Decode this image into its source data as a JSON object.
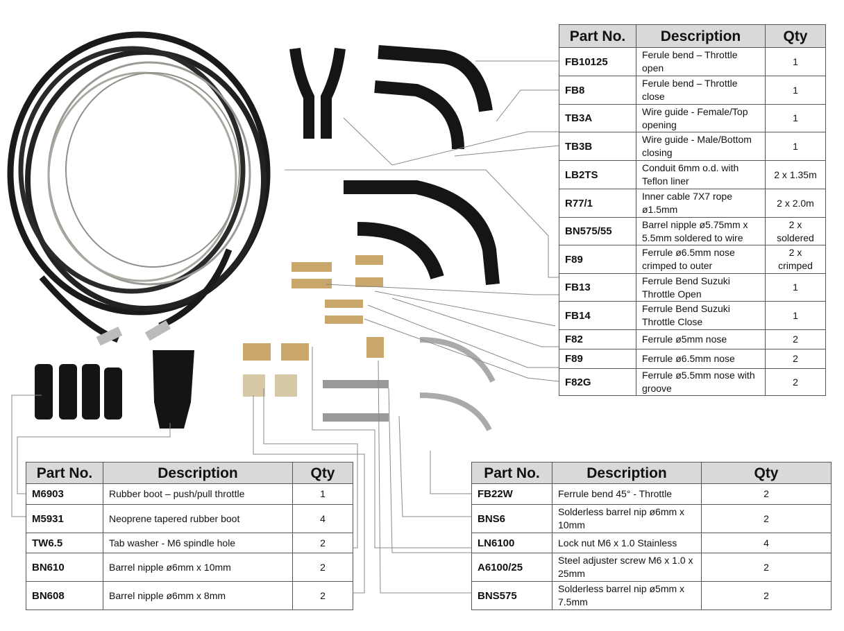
{
  "headers": {
    "part_no": "Part No.",
    "description": "Description",
    "qty": "Qty"
  },
  "table_top_right": [
    {
      "part": "FB10125",
      "desc": "Ferule bend – Throttle open",
      "qty": "1"
    },
    {
      "part": "FB8",
      "desc": "Ferule bend – Throttle close",
      "qty": "1"
    },
    {
      "part": "TB3A",
      "desc": "Wire guide - Female/Top opening",
      "qty": "1"
    },
    {
      "part": "TB3B",
      "desc": "Wire guide - Male/Bottom closing",
      "qty": "1"
    },
    {
      "part": "LB2TS",
      "desc": "Conduit 6mm o.d. with Teflon liner",
      "qty": "2 x 1.35m"
    },
    {
      "part": "R77/1",
      "desc": "Inner cable 7X7 rope ø1.5mm",
      "qty": "2 x 2.0m"
    },
    {
      "part": "BN575/55",
      "desc": "Barrel nipple ø5.75mm x 5.5mm soldered to wire",
      "qty": "2 x soldered"
    },
    {
      "part": "F89",
      "desc": "Ferrule ø6.5mm nose crimped to outer",
      "qty": "2 x crimped"
    },
    {
      "part": "FB13",
      "desc": "Ferrule Bend Suzuki Throttle Open",
      "qty": "1"
    },
    {
      "part": "FB14",
      "desc": "Ferrule Bend Suzuki Throttle Close",
      "qty": "1"
    },
    {
      "part": "F82",
      "desc": "Ferrule ø5mm nose",
      "qty": "2"
    },
    {
      "part": "F89",
      "desc": "Ferrule ø6.5mm nose",
      "qty": "2"
    },
    {
      "part": "F82G",
      "desc": "Ferrule  ø5.5mm nose with groove",
      "qty": "2"
    }
  ],
  "table_bottom_left": [
    {
      "part": "M6903",
      "desc": "Rubber boot – push/pull throttle",
      "qty": "1"
    },
    {
      "part": "M5931",
      "desc": "Neoprene tapered rubber boot",
      "qty": "4"
    },
    {
      "part": "TW6.5",
      "desc": "Tab washer - M6 spindle hole",
      "qty": "2"
    },
    {
      "part": "BN610",
      "desc": "Barrel nipple ø6mm  x 10mm",
      "qty": "2"
    },
    {
      "part": "BN608",
      "desc": "Barrel nipple ø6mm x 8mm",
      "qty": "2"
    }
  ],
  "table_bottom_right": [
    {
      "part": "FB22W",
      "desc": "Ferrule bend 45°  - Throttle",
      "qty": "2"
    },
    {
      "part": "BNS6",
      "desc": "Solderless barrel nip ø6mm x 10mm",
      "qty": "2"
    },
    {
      "part": "LN6100",
      "desc": "Lock nut M6 x 1.0 Stainless",
      "qty": "4"
    },
    {
      "part": "A6100/25",
      "desc": "Steel adjuster screw M6 x 1.0 x 25mm",
      "qty": "2"
    },
    {
      "part": "BNS575",
      "desc": "Solderless barrel nip ø5mm x 7.5mm",
      "qty": "2"
    }
  ]
}
